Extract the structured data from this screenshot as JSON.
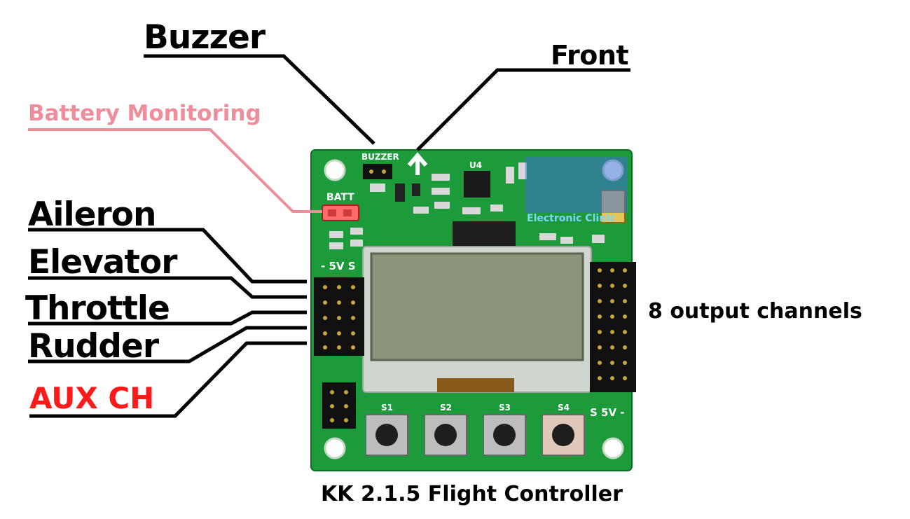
{
  "labels": {
    "buzzer": "Buzzer",
    "front": "Front",
    "battery_monitoring": "Battery Monitoring",
    "aileron": "Aileron",
    "elevator": "Elevator",
    "throttle": "Throttle",
    "rudder": "Rudder",
    "aux": "AUX CH",
    "outputs": "8 output channels",
    "caption": "KK 2.1.5 Flight Controller"
  },
  "board": {
    "silkscreen": {
      "buzzer": "BUZZER",
      "batt": "BATT",
      "power_left": "- 5V S",
      "power_right": "S 5V -",
      "watermark": "Electronic Clinic",
      "chip": "U4",
      "buttons": [
        "S1",
        "S2",
        "S3",
        "S4"
      ]
    }
  },
  "colors": {
    "pcb": "#1d9a3a",
    "pcb_dark": "#127a2a",
    "lcd": "#8a9478",
    "battery_line": "#ee8e9b",
    "aux_text": "#ff1a1a",
    "line": "#000000"
  }
}
